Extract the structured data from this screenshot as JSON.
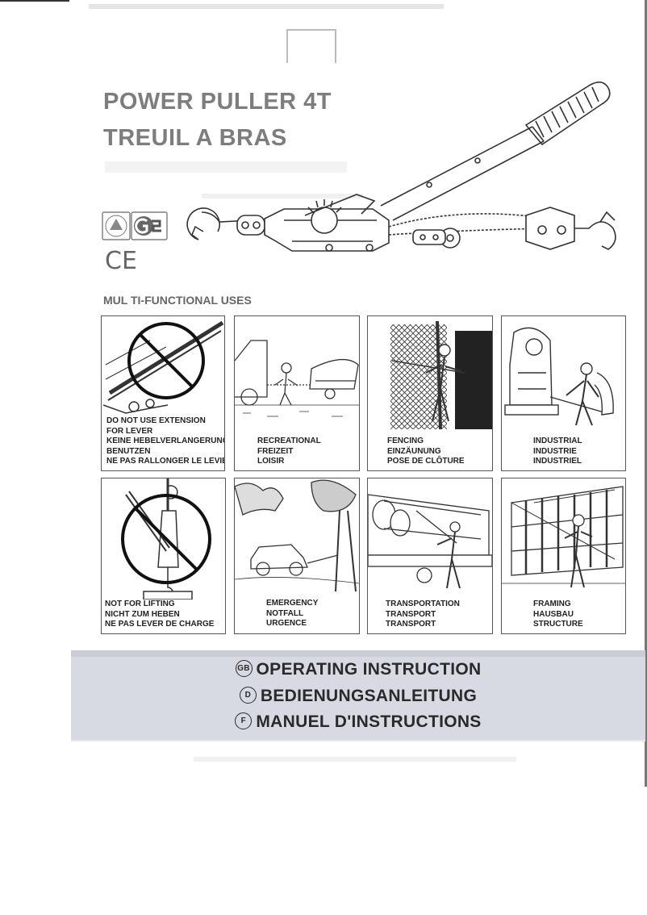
{
  "title_line1": "POWER PULLER 4T",
  "title_line2": "TREUIL A BRAS",
  "ce_mark": "CE",
  "section_heading": "MUL TI-FUNCTIONAL USES",
  "certification_badges": [
    "gs-mark"
  ],
  "panels": [
    {
      "id": "no-extension",
      "icon": "prohibited-icon",
      "lines": [
        "DO NOT USE EXTENSION",
        "FOR LEVER",
        "KEINE HEBELVERLANGERUNG",
        "BENUTZEN",
        "NE PAS RALLONGER LE LEVIER"
      ]
    },
    {
      "id": "recreational",
      "lines": [
        "RECREATIONAL",
        "FREIZEIT",
        "LOISIR"
      ]
    },
    {
      "id": "fencing",
      "lines": [
        "FENCING",
        "EINZÄUNUNG",
        "POSE DE CLÔTURE"
      ]
    },
    {
      "id": "industrial",
      "lines": [
        "INDUSTRIAL",
        "INDUSTRIE",
        "INDUSTRIEL"
      ]
    },
    {
      "id": "no-lifting",
      "icon": "prohibited-icon",
      "lines": [
        "NOT FOR LIFTING",
        "NICHT ZUM HEBEN",
        "NE PAS LEVER DE CHARGE"
      ]
    },
    {
      "id": "emergency",
      "lines": [
        "EMERGENCY",
        "NOTFALL",
        "URGENCE"
      ]
    },
    {
      "id": "transportation",
      "lines": [
        "TRANSPORTATION",
        "TRANSPORT",
        "TRANSPORT"
      ]
    },
    {
      "id": "framing",
      "lines": [
        "FRAMING",
        "HAUSBAU",
        "STRUCTURE"
      ]
    }
  ],
  "instructions": [
    {
      "badge": "GB",
      "text": "OPERATING INSTRUCTION"
    },
    {
      "badge": "D",
      "text": "BEDIENUNGSANLEITUNG"
    },
    {
      "badge": "F",
      "text": "MANUEL D'INSTRUCTIONS"
    }
  ]
}
